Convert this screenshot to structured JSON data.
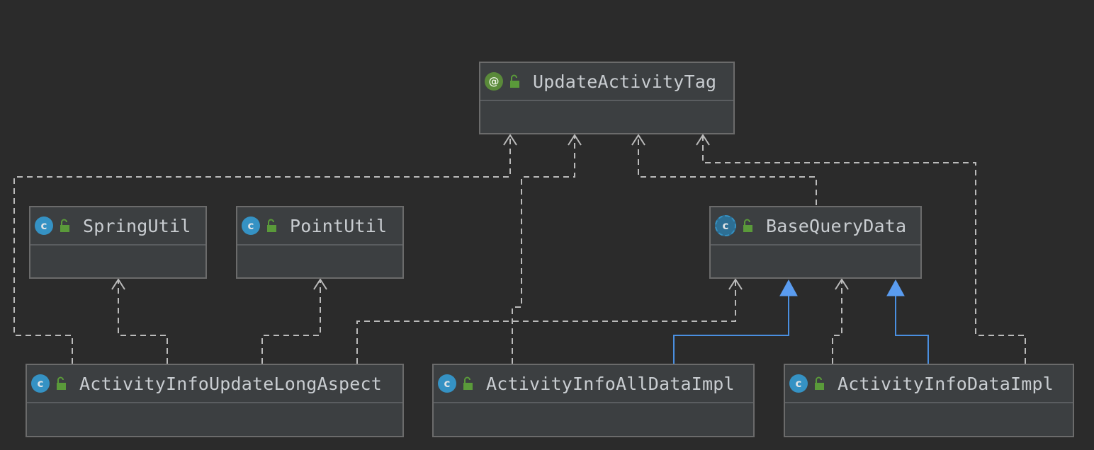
{
  "diagram": {
    "nodes": {
      "update_activity_tag": {
        "name": "UpdateActivityTag",
        "kind_glyph": "@",
        "kind": "annotation",
        "icon": "annotation-icon"
      },
      "spring_util": {
        "name": "SpringUtil",
        "kind_glyph": "c",
        "kind": "class",
        "icon": "class-icon"
      },
      "point_util": {
        "name": "PointUtil",
        "kind_glyph": "c",
        "kind": "class",
        "icon": "class-icon"
      },
      "base_query_data": {
        "name": "BaseQueryData",
        "kind_glyph": "c",
        "kind": "abstract-class",
        "icon": "abstract-class-icon"
      },
      "activity_info_update_long_aspect": {
        "name": "ActivityInfoUpdateLongAspect",
        "kind_glyph": "c",
        "kind": "class",
        "icon": "class-icon"
      },
      "activity_info_all_data_impl": {
        "name": "ActivityInfoAllDataImpl",
        "kind_glyph": "c",
        "kind": "class",
        "icon": "class-icon"
      },
      "activity_info_data_impl": {
        "name": "ActivityInfoDataImpl",
        "kind_glyph": "c",
        "kind": "class",
        "icon": "class-icon"
      }
    },
    "edges": [
      {
        "from": "ActivityInfoUpdateLongAspect",
        "to": "UpdateActivityTag",
        "type": "dependency"
      },
      {
        "from": "ActivityInfoUpdateLongAspect",
        "to": "SpringUtil",
        "type": "dependency"
      },
      {
        "from": "ActivityInfoUpdateLongAspect",
        "to": "PointUtil",
        "type": "dependency"
      },
      {
        "from": "ActivityInfoUpdateLongAspect",
        "to": "BaseQueryData",
        "type": "dependency"
      },
      {
        "from": "ActivityInfoAllDataImpl",
        "to": "UpdateActivityTag",
        "type": "dependency"
      },
      {
        "from": "ActivityInfoAllDataImpl",
        "to": "BaseQueryData",
        "type": "inheritance"
      },
      {
        "from": "BaseQueryData",
        "to": "UpdateActivityTag",
        "type": "dependency"
      },
      {
        "from": "ActivityInfoDataImpl",
        "to": "BaseQueryData",
        "type": "dependency"
      },
      {
        "from": "ActivityInfoDataImpl",
        "to": "BaseQueryData",
        "type": "inheritance"
      },
      {
        "from": "ActivityInfoDataImpl",
        "to": "UpdateActivityTag",
        "type": "dependency"
      }
    ],
    "colors": {
      "background": "#2b2b2b",
      "node_fill": "#3c3f41",
      "node_border": "#6b6b6b",
      "dependency_line": "#bbbbbb",
      "inheritance_line": "#4a8fe0",
      "class_icon": "#3592c4",
      "annotation_icon": "#5a8a3a",
      "lock_icon": "#5a9a3a",
      "label_text": "#c9cdd1"
    }
  }
}
